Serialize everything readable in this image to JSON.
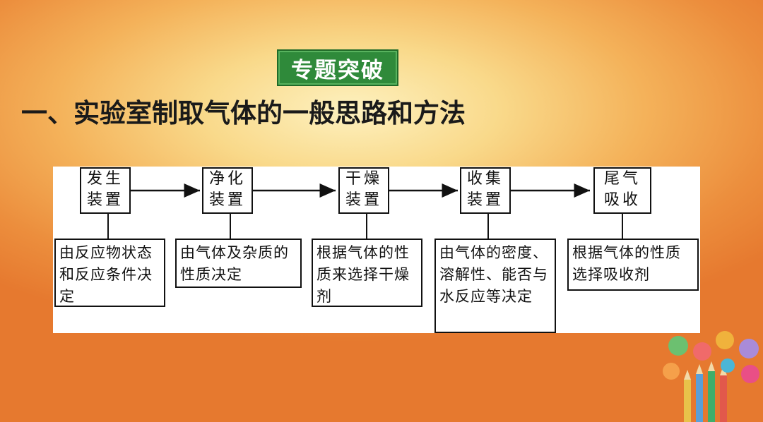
{
  "badge": "专题突破",
  "heading": "一、实验室制取气体的一般思路和方法",
  "steps": [
    {
      "line1": "发生",
      "line2": "装置",
      "desc": "由反应物状态和反应条件决定"
    },
    {
      "line1": "净化",
      "line2": "装置",
      "desc": "由气体及杂质的性质决定"
    },
    {
      "line1": "干燥",
      "line2": "装置",
      "desc": "根据气体的性质来选择干燥剂"
    },
    {
      "line1": "收集",
      "line2": "装置",
      "desc": "由气体的密度、溶解性、能否与水反应等决定"
    },
    {
      "line1": "尾气",
      "line2": "吸收",
      "desc": "根据气体的性质选择吸收剂"
    }
  ],
  "colors": {
    "badge": "#2f8a3a",
    "background": "#f4b25a"
  },
  "decoration": "education-icons-pencils"
}
